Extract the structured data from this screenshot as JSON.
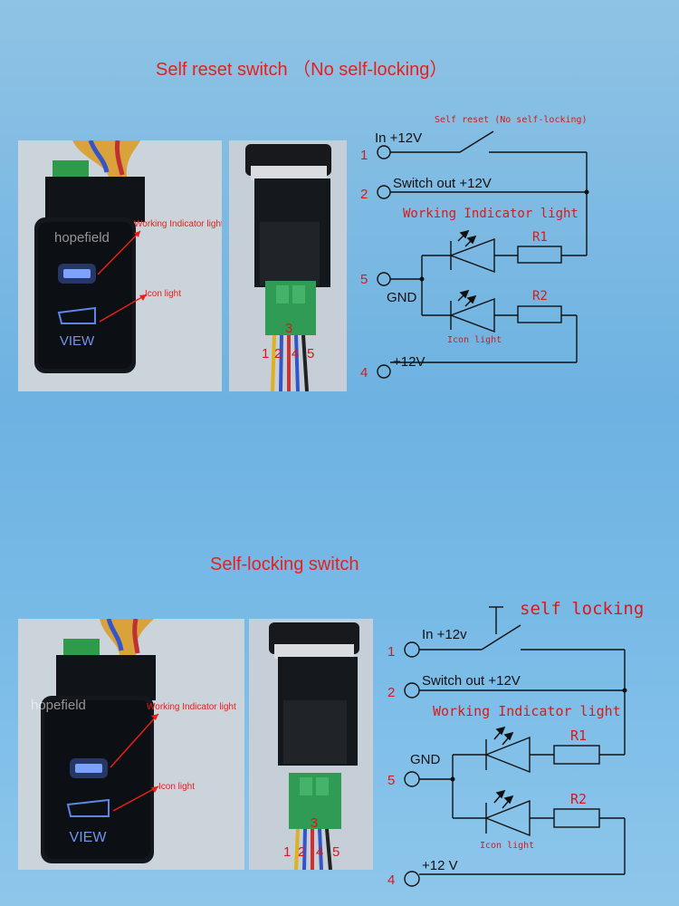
{
  "sections": [
    {
      "title": "Self reset switch （No self-locking）",
      "photo_callouts": {
        "working": "Working Indicator light",
        "icon": "Icon light",
        "button_text": "VIEW"
      },
      "connector_pins": [
        "1",
        "2",
        "3",
        "4",
        "5"
      ],
      "watermark": "hopefield",
      "schematic": {
        "switch_label": "Self reset (No self-locking)",
        "pins": [
          {
            "num": "1",
            "label": "In +12V"
          },
          {
            "num": "2",
            "label": "Switch out +12V"
          },
          {
            "num": "5",
            "label": "GND"
          },
          {
            "num": "4",
            "label": "+12V"
          }
        ],
        "working_label": "Working Indicator light",
        "r1": "R1",
        "r2": "R2",
        "icon_label": "Icon light"
      }
    },
    {
      "title": "Self-locking switch",
      "photo_callouts": {
        "working": "Working Indicator light",
        "icon": "Icon light",
        "button_text": "VIEW"
      },
      "connector_pins": [
        "1",
        "2",
        "3",
        "4",
        "5"
      ],
      "watermark": "hopefield",
      "schematic": {
        "switch_label": "self locking",
        "pins": [
          {
            "num": "1",
            "label": "In +12v"
          },
          {
            "num": "2",
            "label": "Switch out +12V"
          },
          {
            "num": "5",
            "label": "GND"
          },
          {
            "num": "4",
            "label": "+12 V"
          }
        ],
        "working_label": "Working Indicator light",
        "r1": "R1",
        "r2": "R2",
        "icon_label": "Icon light"
      }
    }
  ]
}
